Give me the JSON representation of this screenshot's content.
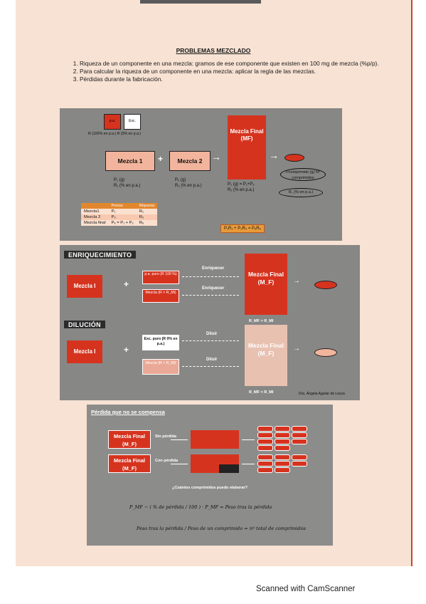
{
  "document": {
    "title": "PROBLEMAS MEZCLADO",
    "points": [
      "Riqueza de un componente en una mezcla: gramos de ese componente que existen en 100 mg de mezcla (%p/p).",
      "Para calcular la riqueza de un componente en una mezcla: aplicar la regla de las mezclas.",
      "Pérdidas durante la fabricación."
    ]
  },
  "panel1": {
    "cup1": "p.a.",
    "cup2": "Exc.",
    "cup_labels": "R (100% en p.a.)   R (0% en p.a.)",
    "mezcla1": "Mezcla 1",
    "mezcla2": "Mezcla 2",
    "plus": "+",
    "mf": "Mezcla Final (MF)",
    "m1_p": "P₁ (g)",
    "m1_r": "R₁ (% en p.a.)",
    "m2_p": "P₂ (g)",
    "m2_r": "R₂ (% en p.a.)",
    "mf_p": "P₁ (g) = P₁+P₂",
    "mf_r": "R₁ (% en p.a.)",
    "oval1": "Pcomprimido (g) Nº comprimidos",
    "oval2": "R꜀ (% en p.a.)",
    "table": {
      "headers": [
        "",
        "Pesos",
        "Riqueza"
      ],
      "rows": [
        [
          "Mezcla1",
          "P₁",
          "R₁"
        ],
        [
          "Mezcla 2",
          "P₂",
          "R₂"
        ],
        [
          "Mezcla final",
          "Pₑ = P₁ + P₂",
          "Rₑ"
        ]
      ]
    },
    "formula": "P₁R₁ + P₂R₂ = PₑRₑ"
  },
  "panel2": {
    "enr_title": "ENRIQUECIMIENTO",
    "dil_title": "DILUCIÓN",
    "mezcla_i": "Mezcla I",
    "plus": "+",
    "pa_puro": "p.a. puro (R 100 %)",
    "mezcla_rmi": "Mezcla (R > R_Mi)",
    "enriquecer": "Enriquecer",
    "mf": "Mezcla Final (M_F)",
    "enr_note": "R_MF > R_MI",
    "exc_puro": "Exc. puro (R 0% en p.a.)",
    "mezcla_rlt": "Mezcla (R < R_Mi)",
    "diluir": "Diluir",
    "dil_note": "R_MF < R_MI",
    "credit": "Dra. Ángela Aguilar de Leyva"
  },
  "panel3": {
    "title": "Pérdida que no se compensa",
    "mf": "Mezcla Final (M_F)",
    "sin": "Sin pérdida",
    "con": "Con pérdida",
    "question": "¿Cuántos comprimidos puedo elaborar?",
    "eq1_left": "P_MF − ( % de pérdida / 100 ) · P_MF = Peso tras la pérdida",
    "eq2": "Peso tras la pérdida / Peso de un comprimido = nº total de comprimidos"
  },
  "footer": "Scanned with CamScanner"
}
